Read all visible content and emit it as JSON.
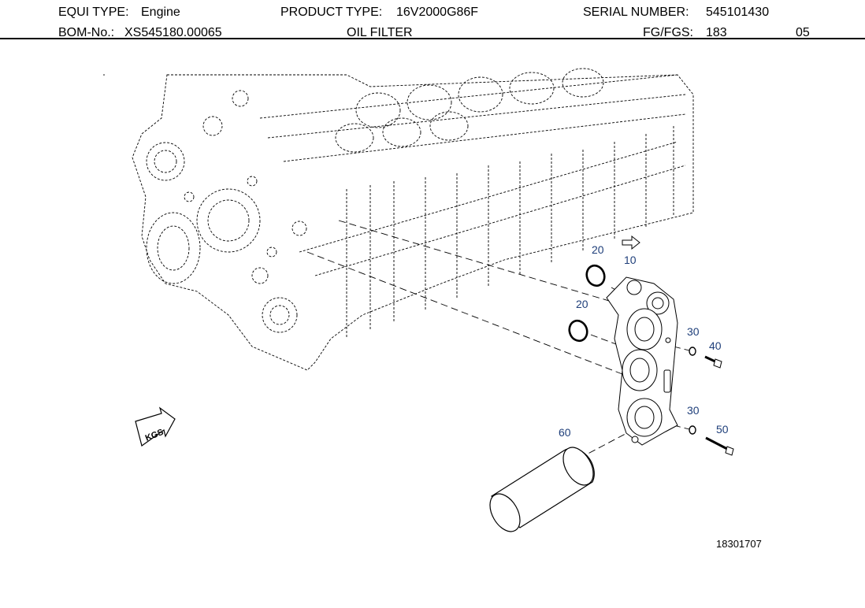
{
  "header": {
    "equi_type_label": "EQUI TYPE:",
    "equi_type_value": "Engine",
    "product_type_label": "PRODUCT TYPE:",
    "product_type_value": "16V2000G86F",
    "serial_label": "SERIAL NUMBER:",
    "serial_value": "545101430",
    "bom_label": "BOM-No.:",
    "bom_value": "XS545180.00065",
    "title": "OIL FILTER",
    "fg_label": "FG/FGS:",
    "fg_value": "183",
    "page": "05"
  },
  "diagram": {
    "callouts": {
      "c10": "10",
      "c20a": "20",
      "c20b": "20",
      "c30a": "30",
      "c30b": "30",
      "c40": "40",
      "c50": "50",
      "c60": "60"
    },
    "kgs_label": "KGS",
    "drawing_number": "18301707",
    "callout_color": "#1f3f7a",
    "line_color": "#000000"
  }
}
